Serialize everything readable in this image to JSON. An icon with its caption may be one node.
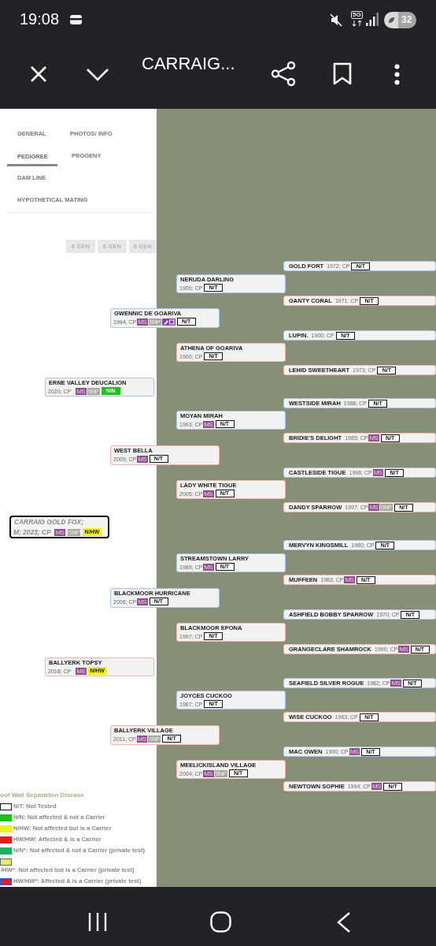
{
  "diagram": {
    "nodes": [
      {
        "text": [
          "GOLD FORT",
          "1972; CP",
          "N/T"
        ]
      },
      {
        "text": [
          "NERUDA DARLING",
          "1900; CP",
          "N/T"
        ]
      },
      {
        "text": [
          "GANTY CORAL",
          "1971; CP",
          "N/T"
        ]
      },
      {
        "text": [
          "GWENNIC DE GOARIVA",
          "1994; CP",
          "MS",
          "SNP",
          "N/T"
        ]
      },
      {
        "text": [
          "LUPIN.",
          "1900; CP",
          "N/T"
        ]
      },
      {
        "text": [
          "ATHENA OF GOARIVA",
          "1900; CP",
          "N/T"
        ]
      },
      {
        "text": [
          "LEHID SWEETHEART",
          "1973; CP",
          "N/T"
        ]
      },
      {
        "text": [
          "ERNE VALLEY DEUCALION",
          "2020; CP",
          "MS",
          "SNP",
          "N/N"
        ]
      },
      {
        "text": [
          "WESTSIDE MIRAH",
          "1986; CP",
          "N/T"
        ]
      },
      {
        "text": [
          "MOYAN MIRAH",
          "1993; CP",
          "MS",
          "N/T"
        ]
      },
      {
        "text": [
          "BRIDIE'S DELIGHT",
          "1985; CP",
          "MS",
          "N/T"
        ]
      },
      {
        "text": [
          "WEST BELLA",
          "2009; CP",
          "MS",
          "N/T"
        ]
      },
      {
        "text": [
          "CASTLESIDE TIGUE",
          "1996; CP",
          "MS",
          "N/T"
        ]
      },
      {
        "text": [
          "LADY WHITE TIGUE",
          "2005; CP",
          "MS",
          "N/T"
        ]
      },
      {
        "text": [
          "DANDY SPARROW",
          "1997; CP",
          "MS",
          "SNP",
          "N/T"
        ]
      },
      {
        "text": [
          "CARRAIG GOLD FOX;",
          "M; 2023; CP",
          "MS",
          "SNP",
          "N/HW"
        ]
      },
      {
        "text": [
          "MERVYN KINGSMILL",
          "1980; CP",
          "N/T"
        ]
      },
      {
        "text": [
          "STREAMSTOWN LARRY",
          "1989; CP",
          "MS",
          "N/T"
        ]
      },
      {
        "text": [
          "MUFFEEN",
          "1983; CP",
          "MS",
          "N/T"
        ]
      },
      {
        "text": [
          "BLACKMOOR HURRICANE",
          "2006; CP",
          "MS",
          "N/T"
        ]
      },
      {
        "text": [
          "ASHFIELD BOBBY SPARROW",
          "1970; CP",
          "N/T"
        ]
      },
      {
        "text": [
          "BLACKMOOR EPONA",
          "1997; CP",
          "N/T"
        ]
      },
      {
        "text": [
          "GRANGECLARE SHAMROCK",
          "1990; CP",
          "MS",
          "N/T"
        ]
      },
      {
        "text": [
          "BALLYERK TOPSY",
          "2018; CP",
          "MS",
          "N/HW"
        ]
      },
      {
        "text": [
          "SEAFIELD SILVER ROGUE",
          "1982; CP",
          "MS",
          "N/T"
        ]
      },
      {
        "text": [
          "JOYCES CUCKOO",
          "1987; CP",
          "N/T"
        ]
      },
      {
        "text": [
          "WISE CUCKOO",
          "1963; CP",
          "N/T"
        ]
      },
      {
        "text": [
          "BALLYERK VILLAGE",
          "2011; CP",
          "MS",
          "SNP",
          "N/T"
        ]
      },
      {
        "text": [
          "MAC OWEN",
          "1990; CP",
          "MS",
          "N/T"
        ]
      },
      {
        "text": [
          "MEELICKISLAND VILLAGE",
          "2004; CP",
          "MS",
          "SNP",
          "N/T"
        ]
      },
      {
        "text": [
          "NEWTOWN SOPHIE",
          "1994; CP",
          "MS",
          "N/T"
        ]
      }
    ],
    "labels": [
      "19:08",
      "5G",
      "32",
      "CARRAIG...",
      "GENERAL",
      "PHOTOS/ INFO",
      "PEDIGREE",
      "PROGENY",
      "DAM LINE",
      "HYPOTHETICAL MATING",
      "4 GEN",
      "5 GEN",
      "6 GEN",
      "oof Wall Separation Disease"
    ],
    "legend": [
      {
        "text": "N/T: Not Tested",
        "color": "#ffffff"
      },
      {
        "text": "N/N: Not affected & not a Carrier",
        "color": "#1fbf1f"
      },
      {
        "text": "N/HW: Not affected but is a Carrier",
        "color": "#f0f01e"
      },
      {
        "text": "HW/HW: Affected & is a Carrier",
        "color": "#e02020"
      },
      {
        "text": "N/N*: Not affected & not a Carrier (private test)",
        "color": "#1fb060"
      },
      {
        "text": "/HW*: Not affected but is a Carrier (private test)",
        "color": "#e2f064"
      },
      {
        "text": "HW/HW*: Affected & is a Carrier (private test)",
        "color": "#e02020"
      }
    ]
  }
}
